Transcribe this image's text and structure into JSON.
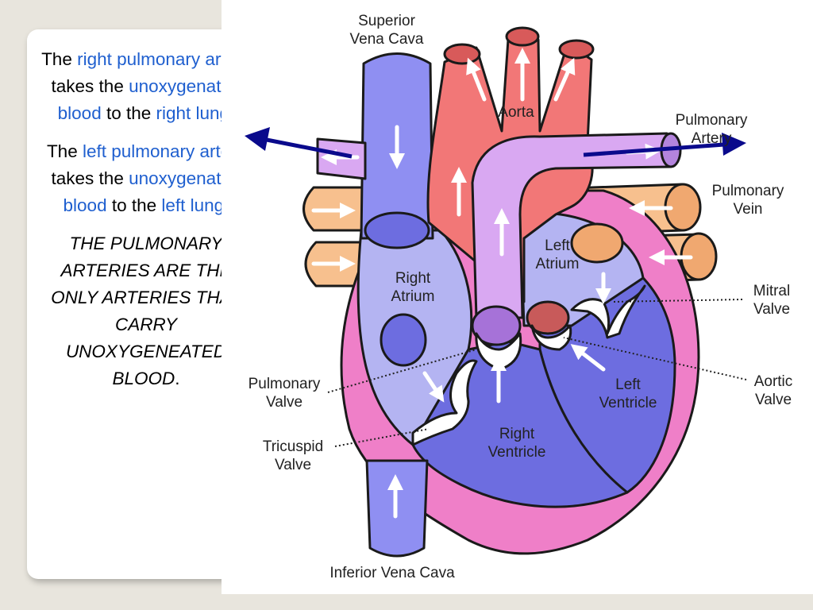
{
  "paragraph1": {
    "t1": "The ",
    "t2": "right pulmonary artery",
    "t3": " takes the ",
    "t4": "unoxygenated blood",
    "t5": " to the ",
    "t6": "right lung."
  },
  "paragraph2": {
    "t1": "The ",
    "t2": "left pulmonary artery",
    "t3": " takes the ",
    "t4": "unoxygenated blood",
    "t5": " to the ",
    "t6": "left lung",
    "t7": "."
  },
  "paragraph3": {
    "text": "THE PULMONARY ARTERIES ARE THE ONLY ARTERIES THAT CARRY UNOXYGENEATED BLOOD",
    "end": "."
  },
  "labels": {
    "svc1": "Superior",
    "svc2": "Vena Cava",
    "aorta": "Aorta",
    "pa1": "Pulmonary",
    "pa2": "Artery",
    "pv1": "Pulmonary",
    "pv2": "Vein",
    "la1": "Left",
    "la2": "Atrium",
    "ra1": "Right",
    "ra2": "Atrium",
    "mv1": "Mitral",
    "mv2": "Valve",
    "av1": "Aortic",
    "av2": "Valve",
    "pulv1": "Pulmonary",
    "pulv2": "Valve",
    "lv1": "Left",
    "lv2": "Ventricle",
    "tv1": "Tricuspid",
    "tv2": "Valve",
    "rv1": "Right",
    "rv2": "Ventricle",
    "ivc": "Inferior Vena Cava"
  },
  "colors": {
    "highlight": "#1f5fcf",
    "vena_cava": "#8f8ff2",
    "aorta": "#f27777",
    "pulmonary_artery": "#d9a8f2",
    "pulmonary_vein": "#f7c08e",
    "heart_wall": "#ef7fc8",
    "right_ventricle": "#6d6de0",
    "navy_arrow": "#0a0a8c"
  }
}
